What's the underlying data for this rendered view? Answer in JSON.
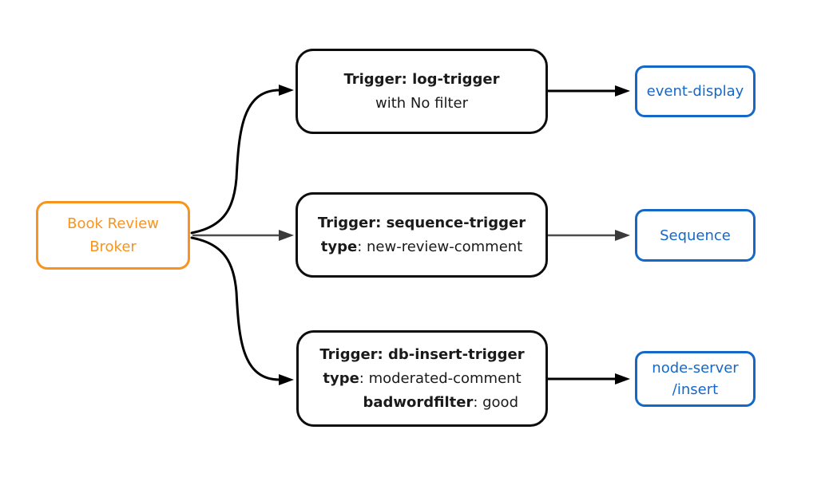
{
  "colors": {
    "background": "#FFFFFF",
    "broker_orange": "#F7941E",
    "target_blue": "#1668C7",
    "trigger_black": "#0D0D0D",
    "text_dark": "#1A1A1A",
    "arrow_black": "#000000",
    "arrow_gray": "#4D4D4D",
    "arrow_gray_head": "#3A3A3A"
  },
  "broker": {
    "lines": [
      "Book Review",
      "Broker"
    ]
  },
  "triggers": [
    {
      "lines": [
        [
          "Trigger: log-trigger"
        ],
        [
          "with No filter"
        ]
      ]
    },
    {
      "lines": [
        [
          "Trigger: sequence-trigger"
        ],
        [
          "type",
          ": new-review-comment"
        ]
      ]
    },
    {
      "lines": [
        [
          "Trigger: db-insert-trigger"
        ],
        [
          "type",
          ": moderated-comment"
        ],
        [
          "badwordfilter",
          ": good"
        ]
      ]
    }
  ],
  "targets": [
    {
      "lines": [
        "event-display"
      ]
    },
    {
      "lines": [
        "Sequence"
      ]
    },
    {
      "lines": [
        "node-server",
        "/insert"
      ]
    }
  ]
}
